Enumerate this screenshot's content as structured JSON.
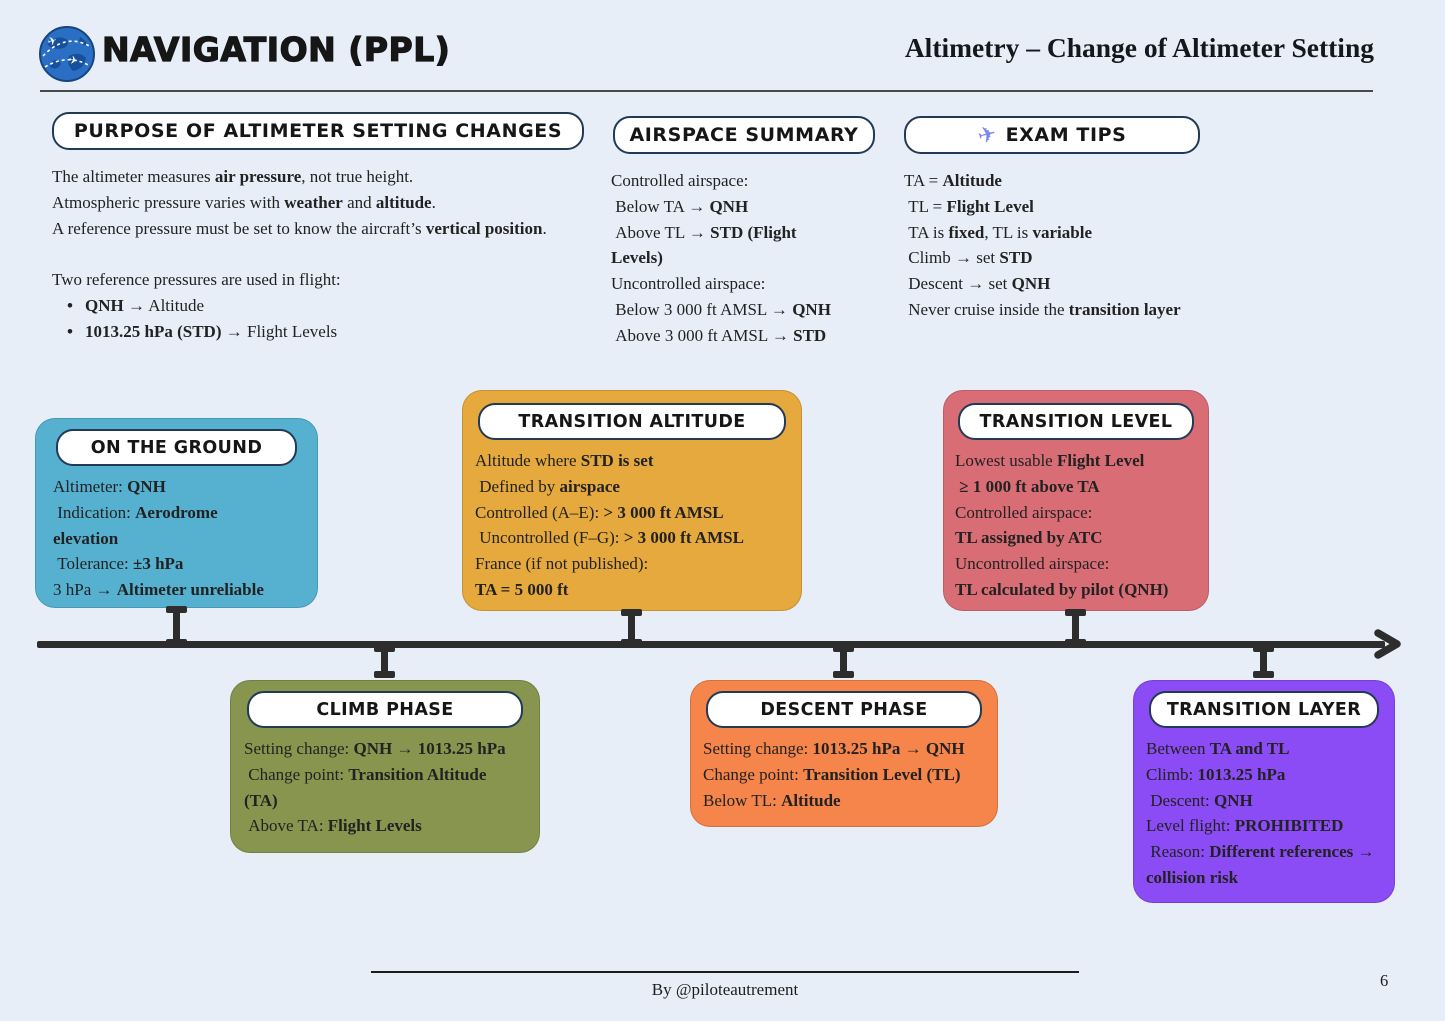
{
  "page": {
    "byline": "By @piloteautrement",
    "page_number": "6"
  },
  "header": {
    "app_title": "NAVIGATION (PPL)",
    "doc_title": "Altimetry – Change of Altimeter Setting",
    "logo_icon": "globe-with-airplanes"
  },
  "colors": {
    "background": "#e8eef8",
    "pill_border": "#223a55",
    "timeline": "#2d2d2d",
    "on_the_ground": "#56b1d0",
    "transition_altitude": "#e5a93e",
    "transition_level": "#d96d75",
    "climb_phase": "#87954f",
    "descent_phase": "#f5854a",
    "transition_layer": "#8b4bf5"
  },
  "sections": {
    "purpose": {
      "title": "PURPOSE OF ALTIMETER SETTING CHANGES",
      "lines": [
        {
          "seg": [
            {
              "t": "The altimeter measures "
            },
            {
              "t": "air pressure",
              "b": true
            },
            {
              "t": ", not true height."
            }
          ]
        },
        {
          "seg": [
            {
              "t": "Atmospheric pressure varies with "
            },
            {
              "t": "weather",
              "b": true
            },
            {
              "t": " and "
            },
            {
              "t": "altitude",
              "b": true
            },
            {
              "t": "."
            }
          ]
        },
        {
          "seg": [
            {
              "t": "A reference pressure must be set to know the aircraft’s "
            },
            {
              "t": "vertical position",
              "b": true
            },
            {
              "t": "."
            }
          ]
        },
        {
          "blank": true
        },
        {
          "seg": [
            {
              "t": "Two reference pressures are used in flight:"
            }
          ]
        },
        {
          "bullet": true,
          "seg": [
            {
              "t": "QNH",
              "b": true
            },
            {
              "t": " → Altitude"
            }
          ]
        },
        {
          "bullet": true,
          "seg": [
            {
              "t": "1013.25 hPa (STD)",
              "b": true
            },
            {
              "t": " → Flight Levels"
            }
          ]
        }
      ]
    },
    "airspace": {
      "title": "AIRSPACE SUMMARY",
      "lines": [
        {
          "seg": [
            {
              "t": "Controlled airspace:"
            }
          ]
        },
        {
          "seg": [
            {
              "t": " Below TA → "
            },
            {
              "t": "QNH",
              "b": true
            }
          ]
        },
        {
          "seg": [
            {
              "t": " Above TL → "
            },
            {
              "t": "STD (Flight",
              "b": true
            }
          ]
        },
        {
          "seg": [
            {
              "t": "Levels)",
              "b": true
            }
          ]
        },
        {
          "seg": [
            {
              "t": "Uncontrolled airspace:"
            }
          ]
        },
        {
          "seg": [
            {
              "t": " Below 3 000 ft AMSL → "
            },
            {
              "t": "QNH",
              "b": true
            }
          ]
        },
        {
          "seg": [
            {
              "t": " Above 3 000 ft AMSL → "
            },
            {
              "t": "STD",
              "b": true
            }
          ]
        }
      ]
    },
    "exam": {
      "title": "EXAM TIPS",
      "icon": "✈",
      "lines": [
        {
          "seg": [
            {
              "t": "TA = "
            },
            {
              "t": "Altitude",
              "b": true
            }
          ]
        },
        {
          "seg": [
            {
              "t": " TL = "
            },
            {
              "t": "Flight Level",
              "b": true
            }
          ]
        },
        {
          "seg": [
            {
              "t": " TA is "
            },
            {
              "t": "fixed",
              "b": true
            },
            {
              "t": ", TL is "
            },
            {
              "t": "variable",
              "b": true
            }
          ]
        },
        {
          "seg": [
            {
              "t": " Climb → set "
            },
            {
              "t": "STD",
              "b": true
            }
          ]
        },
        {
          "seg": [
            {
              "t": " Descent → set "
            },
            {
              "t": "QNH",
              "b": true
            }
          ]
        },
        {
          "seg": [
            {
              "t": " Never cruise inside the "
            },
            {
              "t": "transition layer",
              "b": true
            }
          ]
        }
      ]
    }
  },
  "boxes": {
    "ground": {
      "title": "ON THE GROUND",
      "lines": [
        {
          "seg": [
            {
              "t": "Altimeter: "
            },
            {
              "t": "QNH",
              "b": true
            }
          ]
        },
        {
          "seg": [
            {
              "t": " Indication: "
            },
            {
              "t": "Aerodrome",
              "b": true
            }
          ]
        },
        {
          "seg": [
            {
              "t": "elevation",
              "b": true
            }
          ]
        },
        {
          "seg": [
            {
              "t": " Tolerance: "
            },
            {
              "t": "±3 hPa",
              "b": true
            }
          ]
        },
        {
          "seg": [
            {
              "t": "3 hPa → "
            },
            {
              "t": "Altimeter unreliable",
              "b": true
            }
          ]
        }
      ]
    },
    "ta": {
      "title": "TRANSITION ALTITUDE",
      "lines": [
        {
          "seg": [
            {
              "t": "Altitude where "
            },
            {
              "t": "STD is set",
              "b": true
            }
          ]
        },
        {
          "seg": [
            {
              "t": " Defined by "
            },
            {
              "t": "airspace",
              "b": true
            }
          ]
        },
        {
          "seg": [
            {
              "t": "Controlled (A–E): "
            },
            {
              "t": "> 3 000 ft AMSL",
              "b": true
            }
          ]
        },
        {
          "seg": [
            {
              "t": " Uncontrolled (F–G): "
            },
            {
              "t": "> 3 000 ft AMSL",
              "b": true
            }
          ]
        },
        {
          "seg": [
            {
              "t": "France (if not published):"
            }
          ]
        },
        {
          "seg": [
            {
              "t": "TA = 5 000 ft",
              "b": true
            }
          ]
        }
      ]
    },
    "tl": {
      "title": "TRANSITION LEVEL",
      "lines": [
        {
          "seg": [
            {
              "t": "Lowest usable "
            },
            {
              "t": "Flight Level",
              "b": true
            }
          ]
        },
        {
          "seg": [
            {
              "t": " "
            },
            {
              "t": "≥ 1 000 ft above TA",
              "b": true
            }
          ]
        },
        {
          "seg": [
            {
              "t": "Controlled airspace:"
            }
          ]
        },
        {
          "seg": [
            {
              "t": "TL assigned by ATC",
              "b": true
            }
          ]
        },
        {
          "seg": [
            {
              "t": "Uncontrolled airspace:"
            }
          ]
        },
        {
          "seg": [
            {
              "t": "TL calculated by pilot (QNH)",
              "b": true
            }
          ]
        }
      ]
    },
    "climb": {
      "title": "CLIMB PHASE",
      "lines": [
        {
          "seg": [
            {
              "t": "Setting change: "
            },
            {
              "t": "QNH → 1013.25 hPa",
              "b": true
            }
          ]
        },
        {
          "seg": [
            {
              "t": " Change point: "
            },
            {
              "t": "Transition Altitude",
              "b": true
            }
          ]
        },
        {
          "seg": [
            {
              "t": "(TA)",
              "b": true
            }
          ]
        },
        {
          "seg": [
            {
              "t": " Above TA: "
            },
            {
              "t": "Flight Levels",
              "b": true
            }
          ]
        }
      ]
    },
    "descent": {
      "title": "DESCENT PHASE",
      "lines": [
        {
          "seg": [
            {
              "t": "Setting change: "
            },
            {
              "t": "1013.25 hPa → QNH",
              "b": true
            }
          ]
        },
        {
          "seg": [
            {
              "t": "Change point: "
            },
            {
              "t": "Transition Level (TL)",
              "b": true
            }
          ]
        },
        {
          "seg": [
            {
              "t": "Below TL: "
            },
            {
              "t": "Altitude",
              "b": true
            }
          ]
        }
      ]
    },
    "layer": {
      "title": "TRANSITION LAYER",
      "lines": [
        {
          "seg": [
            {
              "t": "Between "
            },
            {
              "t": "TA and TL",
              "b": true
            }
          ]
        },
        {
          "seg": [
            {
              "t": "Climb: "
            },
            {
              "t": "1013.25 hPa",
              "b": true
            }
          ]
        },
        {
          "seg": [
            {
              "t": " Descent: "
            },
            {
              "t": "QNH",
              "b": true
            }
          ]
        },
        {
          "seg": [
            {
              "t": "Level flight: "
            },
            {
              "t": "PROHIBITED",
              "b": true
            }
          ]
        },
        {
          "seg": [
            {
              "t": " Reason: "
            },
            {
              "t": "Different references →",
              "b": true
            }
          ]
        },
        {
          "seg": [
            {
              "t": "collision risk",
              "b": true
            }
          ]
        }
      ]
    }
  }
}
